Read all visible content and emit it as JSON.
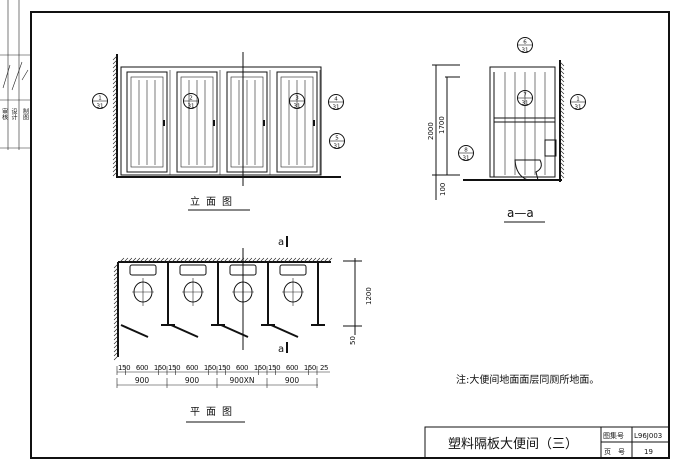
{
  "side_strip": {
    "labels": [
      "审核",
      "设计",
      "制图"
    ]
  },
  "elevation": {
    "title": "立面图",
    "callouts": [
      {
        "top": "1",
        "bottom": "31"
      },
      {
        "top": "2",
        "bottom": "31"
      },
      {
        "top": "3",
        "bottom": "31"
      },
      {
        "top": "4",
        "bottom": "31"
      },
      {
        "top": "5",
        "bottom": "31"
      }
    ]
  },
  "section": {
    "title": "a—a",
    "dims": [
      "2000",
      "1700",
      "100"
    ],
    "callouts": [
      {
        "top": "6",
        "bottom": "31"
      },
      {
        "top": "7",
        "bottom": "31"
      },
      {
        "top": "1",
        "bottom": "31"
      },
      {
        "top": "8",
        "bottom": "31"
      }
    ]
  },
  "plan": {
    "title": "平面图",
    "section_mark": "a",
    "dims_vertical": [
      "1200",
      "50"
    ],
    "dims_row1": [
      "150",
      "600",
      "150",
      "150",
      "600",
      "150",
      "150",
      "600",
      "150",
      "150",
      "600",
      "150",
      "25"
    ],
    "dims_row2": [
      "900",
      "900",
      "900XN",
      "900"
    ]
  },
  "note": "注:大便间地面面层同厕所地面。",
  "title_block": {
    "title": "塑料隔板大便间（三）",
    "atlas_label": "图集号",
    "atlas_value": "L96J003",
    "page_label": "页　号",
    "page_value": "19"
  }
}
